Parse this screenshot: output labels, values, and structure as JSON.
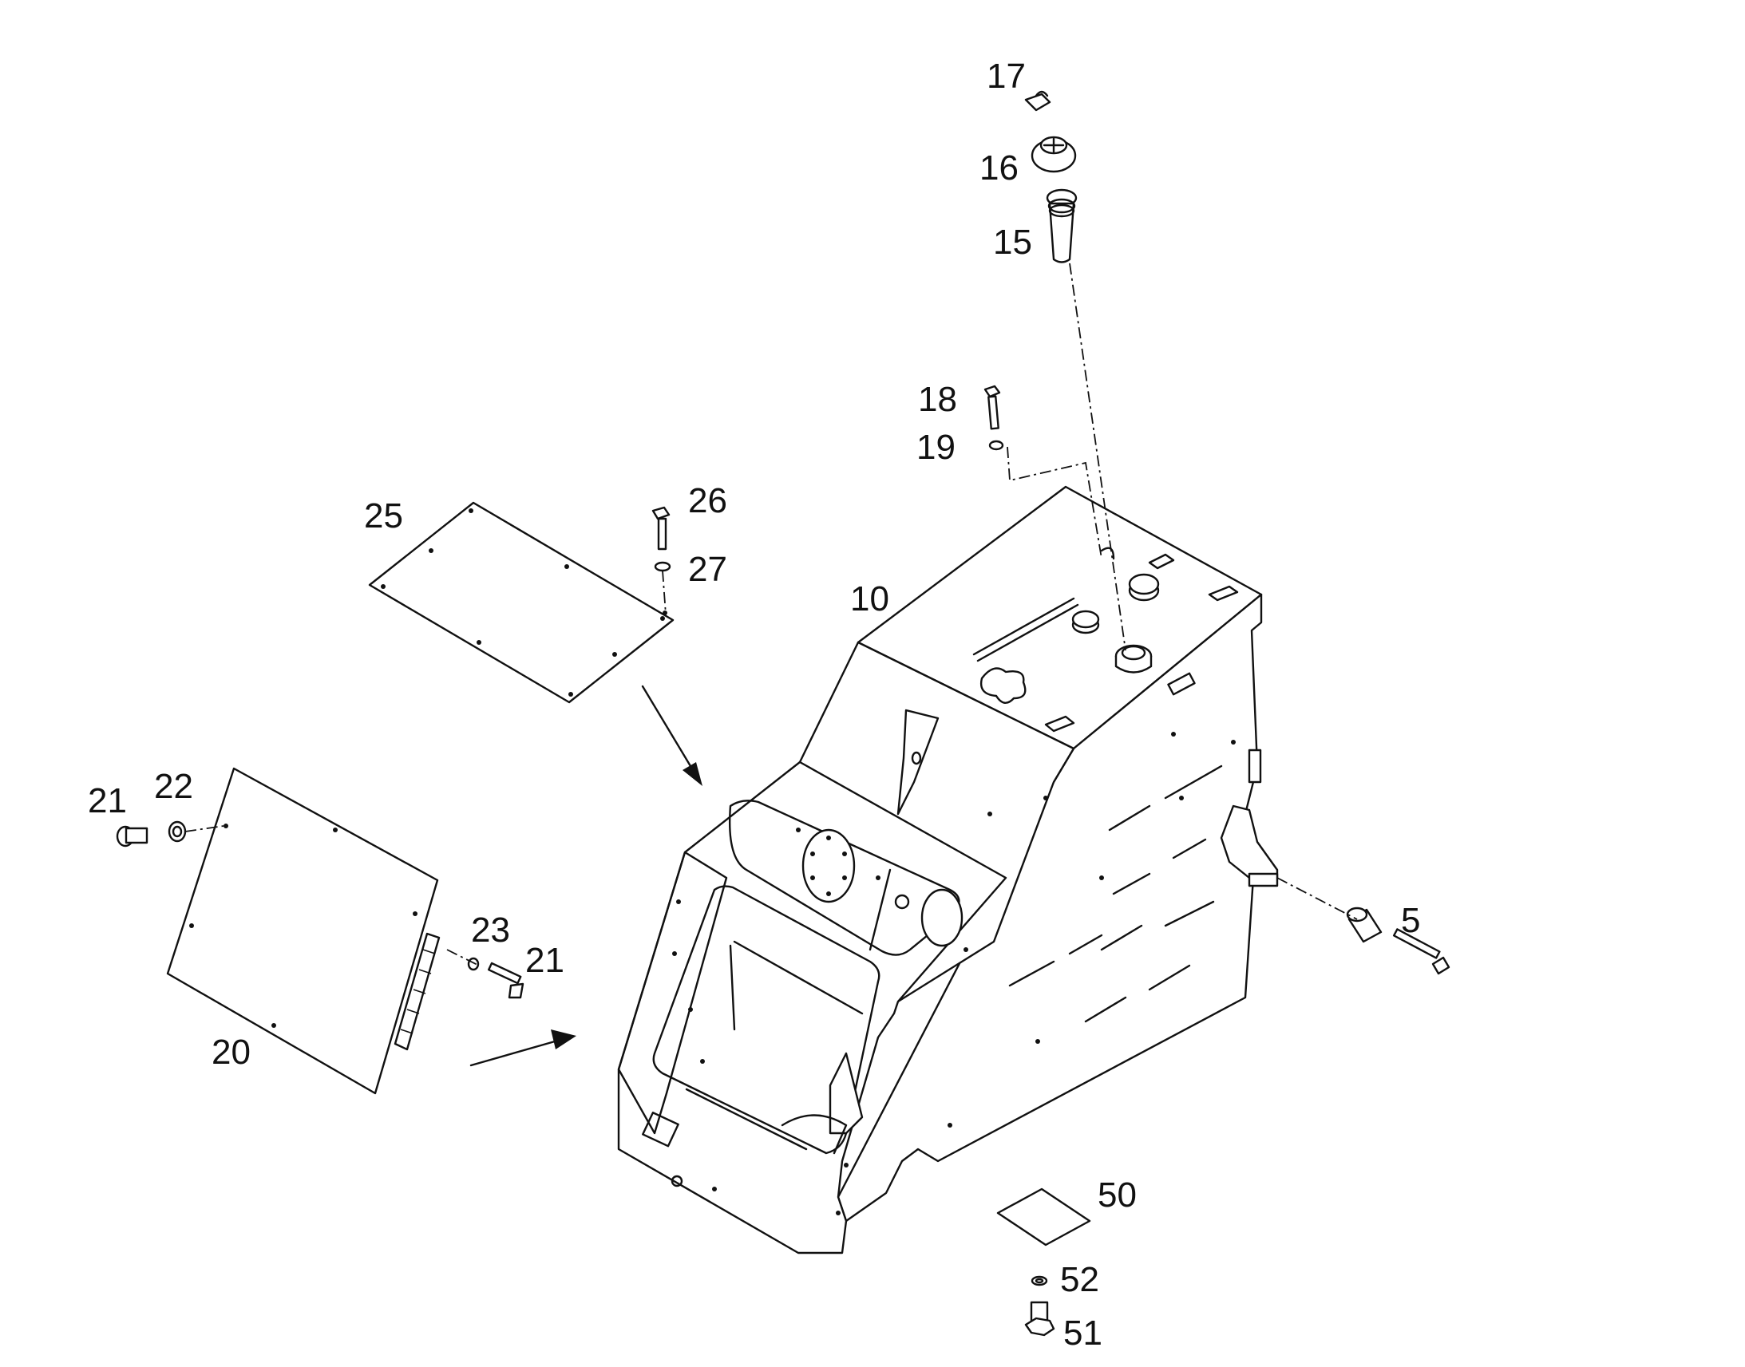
{
  "diagram": {
    "callouts": [
      {
        "id": "c17",
        "text": "17"
      },
      {
        "id": "c16",
        "text": "16"
      },
      {
        "id": "c15",
        "text": "15"
      },
      {
        "id": "c18",
        "text": "18"
      },
      {
        "id": "c19",
        "text": "19"
      },
      {
        "id": "c26",
        "text": "26"
      },
      {
        "id": "c25",
        "text": "25"
      },
      {
        "id": "c27",
        "text": "27"
      },
      {
        "id": "c10",
        "text": "10"
      },
      {
        "id": "c21a",
        "text": "21"
      },
      {
        "id": "c22",
        "text": "22"
      },
      {
        "id": "c23",
        "text": "23"
      },
      {
        "id": "c21b",
        "text": "21"
      },
      {
        "id": "c20",
        "text": "20"
      },
      {
        "id": "c5",
        "text": "5"
      },
      {
        "id": "c50",
        "text": "50"
      },
      {
        "id": "c52",
        "text": "52"
      },
      {
        "id": "c51",
        "text": "51"
      }
    ]
  }
}
